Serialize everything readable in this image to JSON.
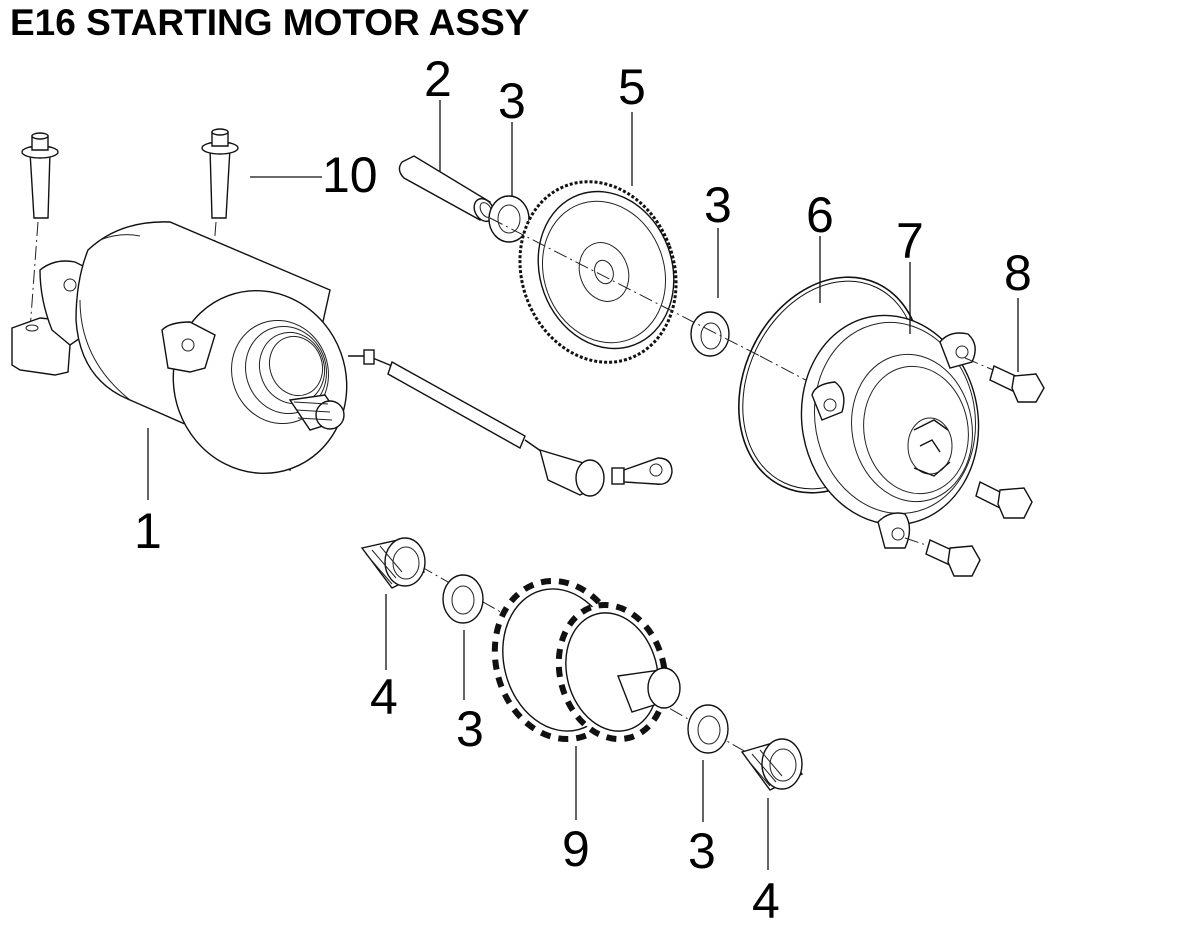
{
  "title": "E16 STARTING MOTOR ASSY",
  "callouts": [
    {
      "id": "c1",
      "label": "1",
      "part": "starting-motor"
    },
    {
      "id": "c2",
      "label": "2",
      "part": "shaft"
    },
    {
      "id": "c3a",
      "label": "3",
      "part": "washer"
    },
    {
      "id": "c5",
      "label": "5",
      "part": "large-gear"
    },
    {
      "id": "c3b",
      "label": "3",
      "part": "washer"
    },
    {
      "id": "c6",
      "label": "6",
      "part": "o-ring"
    },
    {
      "id": "c7",
      "label": "7",
      "part": "gear-cover"
    },
    {
      "id": "c8",
      "label": "8",
      "part": "cover-bolt"
    },
    {
      "id": "c10",
      "label": "10",
      "part": "motor-bolt"
    },
    {
      "id": "c4a",
      "label": "4",
      "part": "needle-bearing"
    },
    {
      "id": "c3c",
      "label": "3",
      "part": "washer"
    },
    {
      "id": "c9",
      "label": "9",
      "part": "idle-gear"
    },
    {
      "id": "c3d",
      "label": "3",
      "part": "washer"
    },
    {
      "id": "c4b",
      "label": "4",
      "part": "needle-bearing"
    }
  ]
}
